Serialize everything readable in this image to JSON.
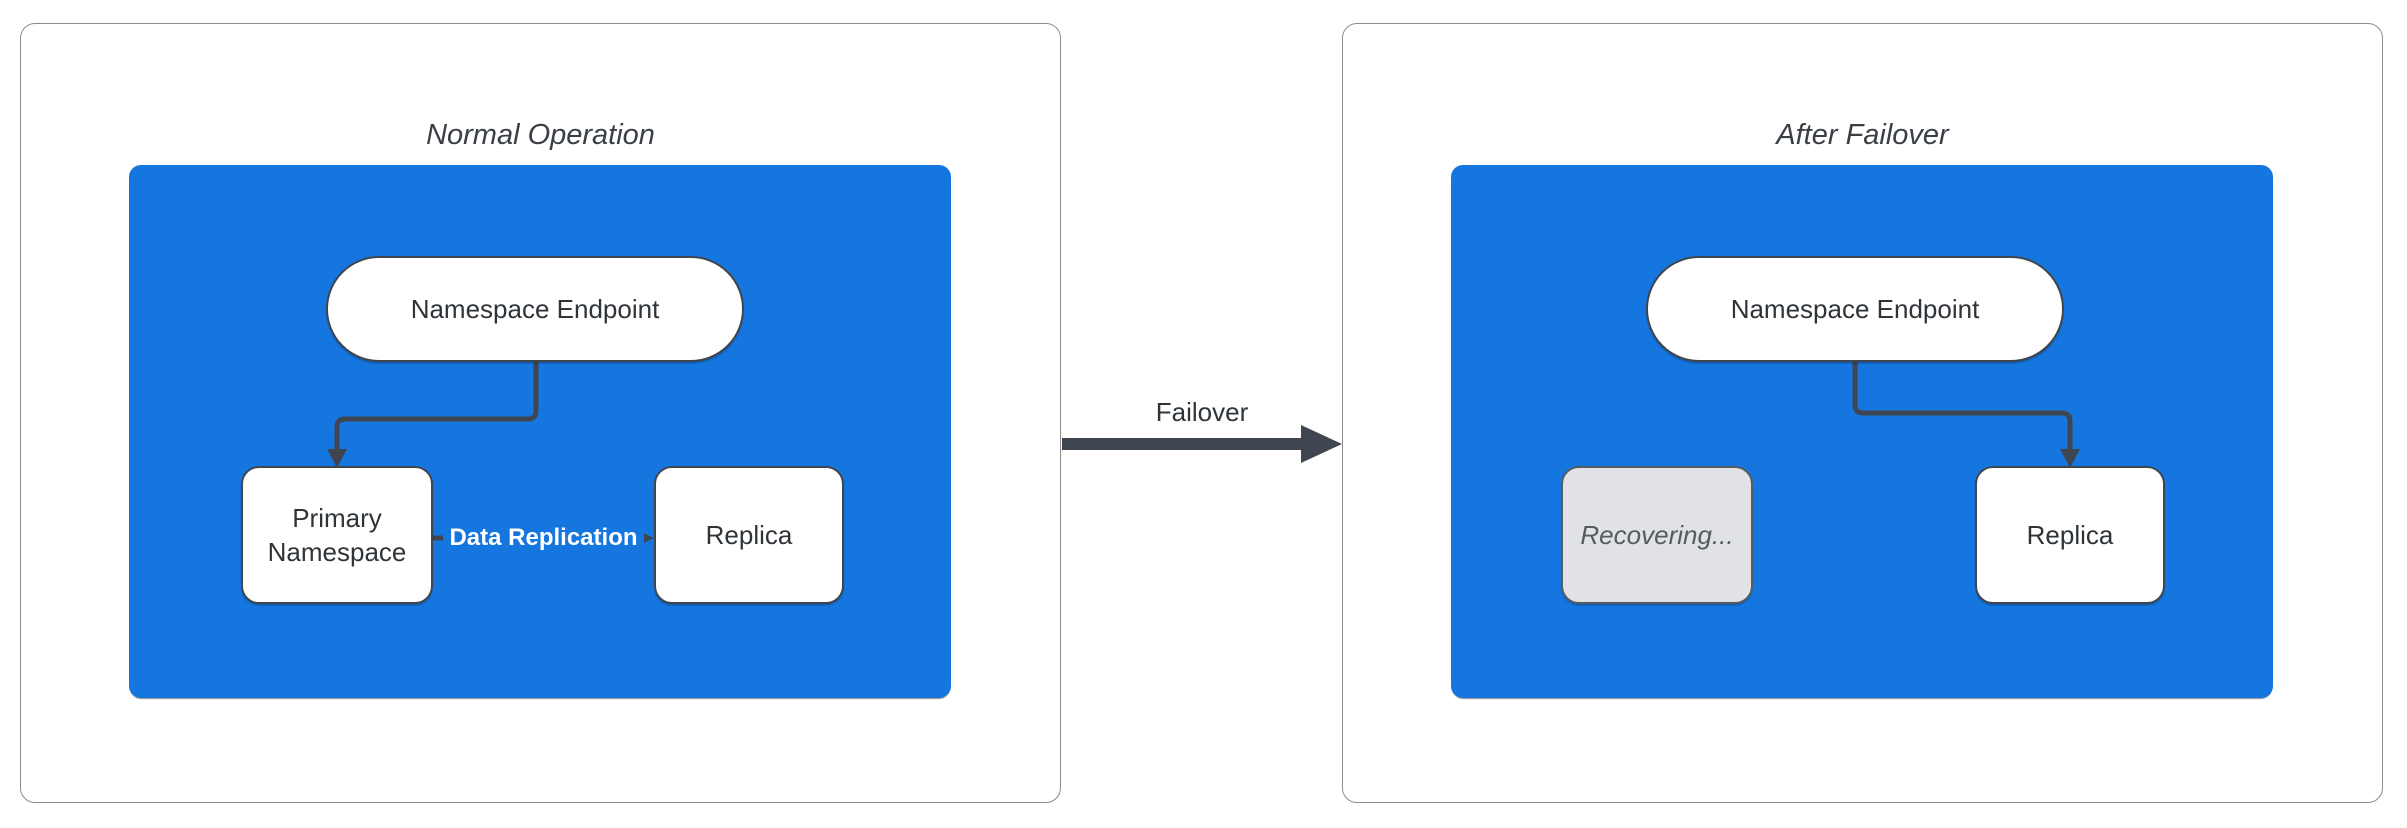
{
  "left_panel": {
    "title": "Normal Operation",
    "endpoint_label": "Namespace Endpoint",
    "primary_label": "Primary Namespace",
    "replica_label": "Replica",
    "replication_edge_label": "Data Replication"
  },
  "right_panel": {
    "title": "After Failover",
    "endpoint_label": "Namespace Endpoint",
    "recovering_label": "Recovering...",
    "replica_label": "Replica"
  },
  "failover": {
    "label": "Failover"
  },
  "colors": {
    "container_blue": "#1576e0",
    "node_fill_white": "#ffffff",
    "node_border_dark": "#40464e",
    "recovering_fill_gray": "#e0e2e5",
    "recovering_text_gray": "#555b63",
    "connector_dark": "#3f4651",
    "panel_border_gray": "#8c8c8c",
    "title_text": "#3b4046",
    "edge_label_text": "#ffffff"
  }
}
